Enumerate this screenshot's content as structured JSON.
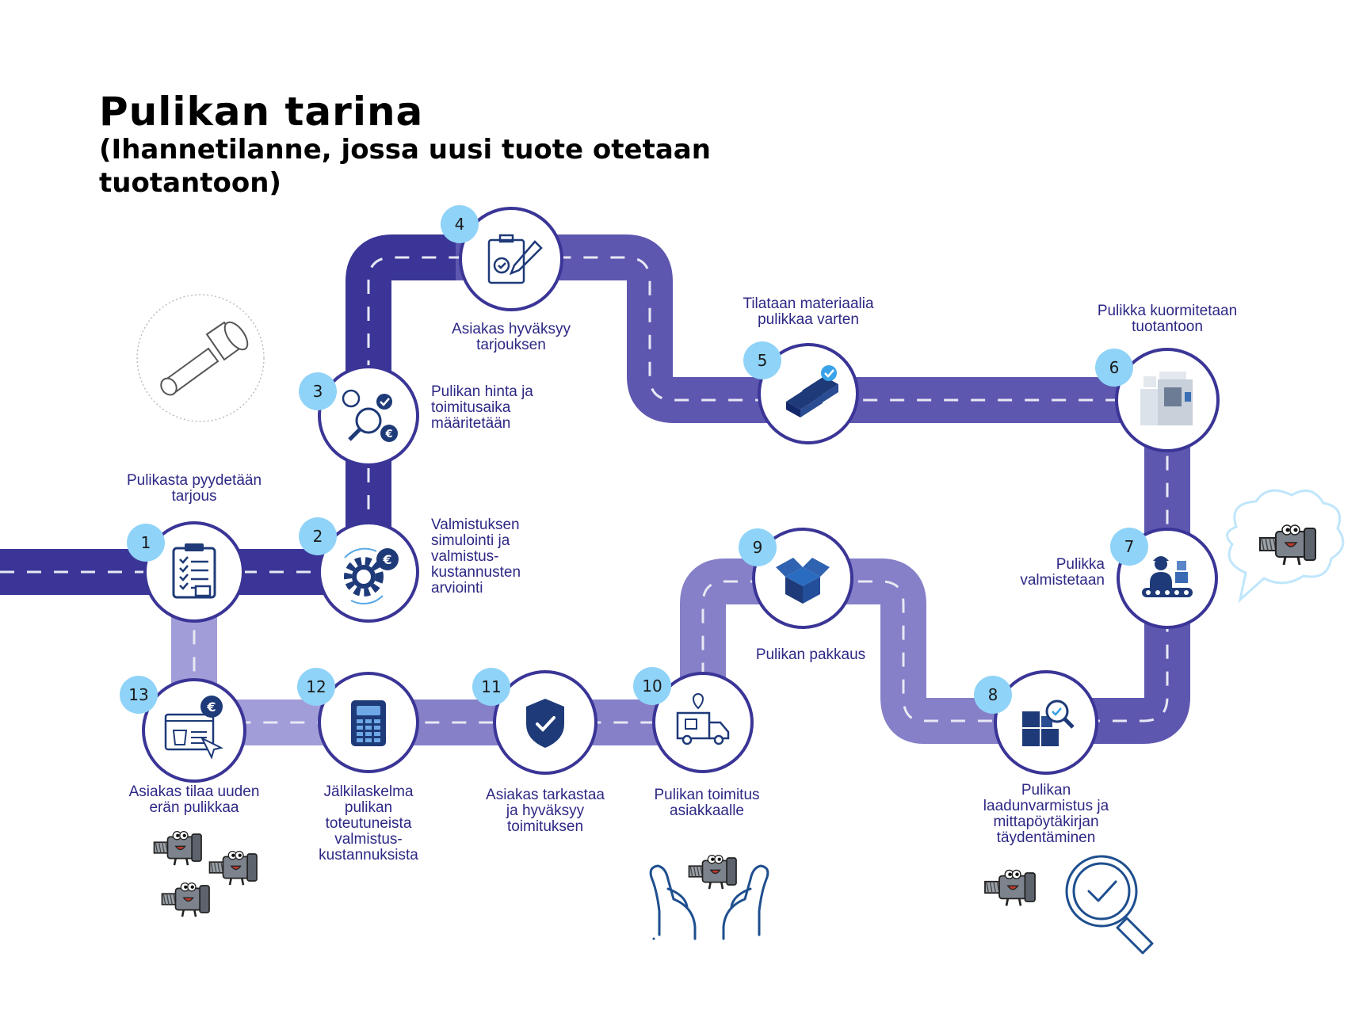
{
  "header": {
    "title": "Pulikan tarina",
    "subtitle": "(Ihannetilanne, jossa uusi tuote otetaan tuotantoon)"
  },
  "colors": {
    "road_dark": "#3a3596",
    "road_mid": "#5e57b0",
    "road_light": "#8580c8",
    "road_lighter": "#a19dd8",
    "badge": "#8fd3f8",
    "icon_navy": "#1e3a78",
    "label": "#2d2885"
  },
  "steps": [
    {
      "number": "1",
      "icon": "clipboard-checklist-icon",
      "label": [
        "Pulikasta pyydetään",
        "tarjous"
      ]
    },
    {
      "number": "2",
      "icon": "gear-euro-icon",
      "label": [
        "Valmistuksen",
        "simulointi ja",
        "valmistus-",
        "kustannusten",
        "arviointi"
      ]
    },
    {
      "number": "3",
      "icon": "magnifier-clock-euro-icon",
      "label": [
        "Pulikan hinta ja",
        "toimitusaika",
        "määritetään"
      ]
    },
    {
      "number": "4",
      "icon": "clipboard-pencil-icon",
      "label": [
        "Asiakas hyväksyy",
        "tarjouksen"
      ]
    },
    {
      "number": "5",
      "icon": "material-bars-icon",
      "label": [
        "Tilataan materiaalia",
        "pulikkaa varten"
      ]
    },
    {
      "number": "6",
      "icon": "cnc-machine-icon",
      "label": [
        "Pulikka kuormitetaan",
        "tuotantoon"
      ]
    },
    {
      "number": "7",
      "icon": "worker-conveyor-icon",
      "label": [
        "Pulikka",
        "valmistetaan"
      ]
    },
    {
      "number": "8",
      "icon": "boxes-inspection-icon",
      "label": [
        "Pulikan",
        "laadunvarmistus ja",
        "mittapöytäkirjan",
        "täydentäminen"
      ]
    },
    {
      "number": "9",
      "icon": "open-box-icon",
      "label": [
        "Pulikan pakkaus"
      ]
    },
    {
      "number": "10",
      "icon": "delivery-truck-icon",
      "label": [
        "Pulikan toimitus",
        "asiakkaalle"
      ]
    },
    {
      "number": "11",
      "icon": "shield-check-icon",
      "label": [
        "Asiakas tarkastaa",
        "ja hyväksyy",
        "toimituksen"
      ]
    },
    {
      "number": "12",
      "icon": "calculator-icon",
      "label": [
        "Jälkilaskelma",
        "pulikan",
        "toteutuneista",
        "valmistus-",
        "kustannuksista"
      ]
    },
    {
      "number": "13",
      "icon": "online-order-euro-icon",
      "label": [
        "Asiakas tilaa uuden",
        "erän pulikkaa"
      ]
    }
  ],
  "decorations": [
    "bolt-sketch-icon",
    "pulikka-mascot-speech-icon",
    "pulikka-mascot-group-icon",
    "hands-mascot-icon",
    "mascot-magnifier-icon"
  ]
}
